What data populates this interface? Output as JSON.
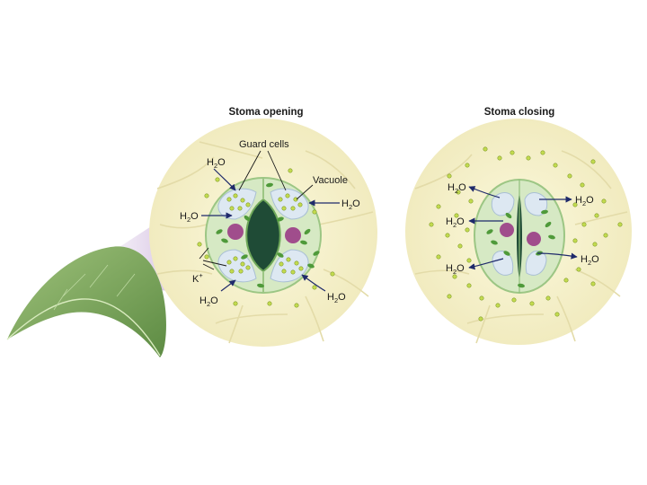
{
  "diagram": {
    "panels": [
      {
        "id": "opening",
        "title": "Stoma opening",
        "labels": {
          "guard_cells": "Guard cells",
          "vacuole": "Vacuole",
          "ion": {
            "base": "K",
            "sup": "+"
          },
          "water": {
            "base": "H",
            "sub": "2",
            "end": "O"
          }
        }
      },
      {
        "id": "closing",
        "title": "Stoma closing",
        "labels": {
          "water": {
            "base": "H",
            "sub": "2",
            "end": "O"
          }
        }
      }
    ],
    "colors": {
      "background_cell": "#f8f4cf",
      "cell_wall": "#e6dfb0",
      "guard_cell": "#cfe6bf",
      "guard_outline": "#8fbf7a",
      "vacuole": "#dde7f1",
      "nucleus": "#a04d8c",
      "chloroplast": "#4f9a3a",
      "pore": "#1f4b36",
      "ion_dot": "#b7d24a",
      "arrow": "#1f2a6b",
      "leaf": "#7aa35b",
      "beam": "#c5a8d6"
    }
  }
}
